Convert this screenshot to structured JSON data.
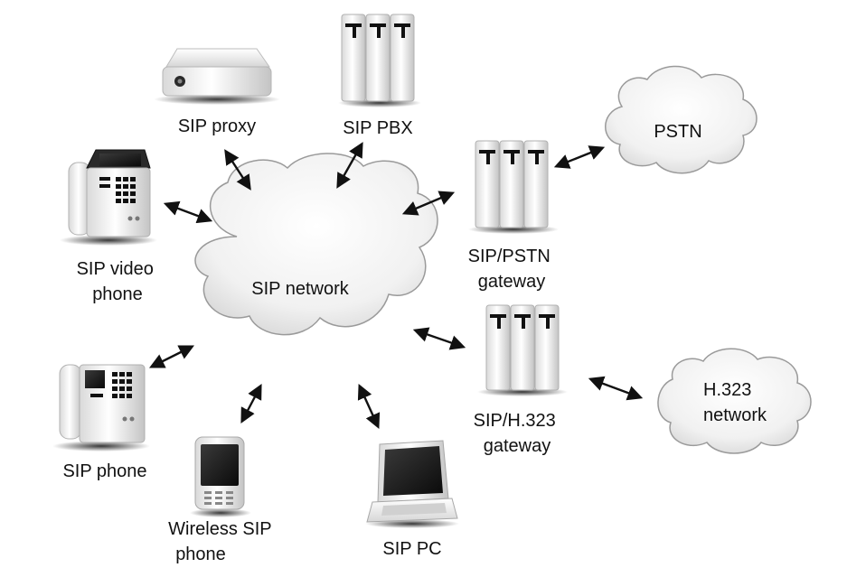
{
  "nodes": {
    "sip_network": "SIP network",
    "sip_proxy": "SIP proxy",
    "sip_pbx": "SIP PBX",
    "pstn": "PSTN",
    "sip_pstn_gateway": [
      "SIP/PSTN",
      "gateway"
    ],
    "sip_video_phone": [
      "SIP video",
      "phone"
    ],
    "sip_h323_gateway": [
      "SIP/H.323",
      "gateway"
    ],
    "h323_network": [
      "H.323",
      "network"
    ],
    "sip_phone": "SIP phone",
    "wireless_sip_phone": [
      "Wireless SIP",
      "phone"
    ],
    "sip_pc": "SIP PC"
  },
  "icons": {
    "proxy": "proxy-appliance-icon",
    "server": "server-rack-icon",
    "phone": "desk-phone-icon",
    "wireless": "wireless-handset-icon",
    "laptop": "laptop-icon",
    "cloud": "cloud-icon"
  },
  "colors": {
    "line": "#111111",
    "device_light": "#f4f4f4",
    "device_mid": "#cfcfcf",
    "device_dark": "#1a1a1a",
    "cloud_fill": "#f2f2f2",
    "cloud_stroke": "#9a9a9a"
  }
}
